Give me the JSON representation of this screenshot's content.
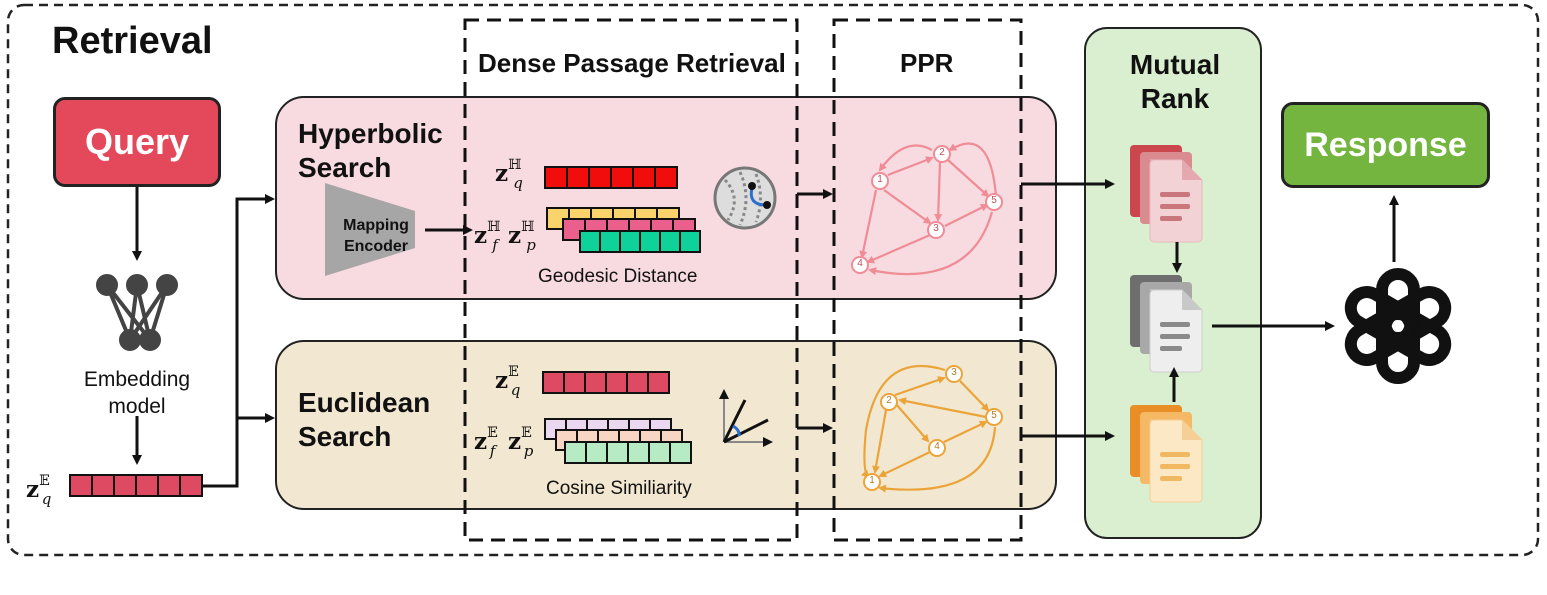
{
  "title": "Retrieval",
  "sections": {
    "dense_passage_retrieval": "Dense Passage Retrieval",
    "ppr": "PPR",
    "mutual_rank": "Mutual Rank"
  },
  "nodes": {
    "query": "Query",
    "response": "Response",
    "embedding_model": "Embedding model",
    "mapping_encoder": "Mapping Encoder",
    "response_model_icon": "openai-logo-icon"
  },
  "hyperbolic": {
    "title": "Hyperbolic Search",
    "metric": "Geodesic Distance",
    "symbols": {
      "z": "z",
      "superscript": "ℍ",
      "sub_q": "q",
      "sub_f": "f",
      "sub_p": "p"
    }
  },
  "euclidean": {
    "title": "Euclidean Search",
    "metric": "Cosine Similiarity",
    "symbols": {
      "z": "z",
      "superscript": "𝔼",
      "sub_q": "q",
      "sub_f": "f",
      "sub_p": "p"
    }
  },
  "query_embedding": {
    "z": "z",
    "superscript": "𝔼",
    "sub": "q"
  },
  "graphs": {
    "hyperbolic_nodes": [
      "1",
      "2",
      "3",
      "4",
      "5"
    ],
    "euclidean_nodes": [
      "1",
      "2",
      "3",
      "4",
      "5"
    ]
  },
  "colors": {
    "query": "#e3495b",
    "response": "#73b53f",
    "hyperbolic_panel": "#f7dbe0",
    "euclidean_panel": "#f2e8d2",
    "mutual_rank_panel": "#d9efcf",
    "vec_red": "#f20d0d",
    "vec_yellow": "#fbd36b",
    "vec_pink": "#ea5f8c",
    "vec_teal": "#0fd19a",
    "vec_rose": "#dd4a62",
    "vec_lavender": "#ead7f0",
    "vec_peach": "#f7d6c4",
    "vec_mint": "#b6ebc4",
    "graph_pink": "#f08c96",
    "graph_orange": "#eba43a"
  }
}
